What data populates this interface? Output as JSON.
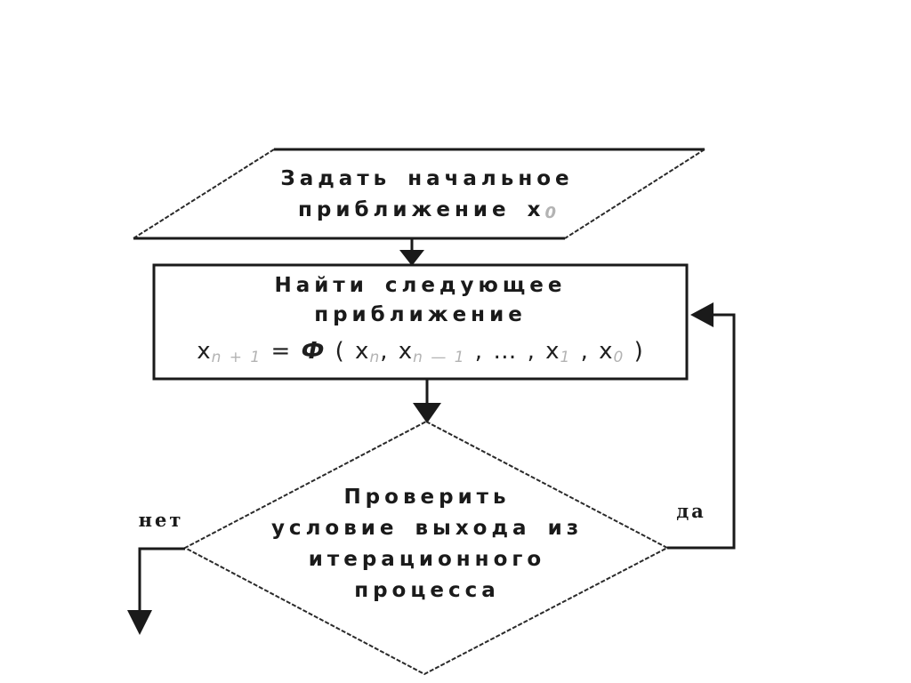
{
  "colors": {
    "background": "#ffffff",
    "ink": "#1a1a1a",
    "subscript_gray": "#b3b3b3"
  },
  "parallelogram": {
    "line1": "Задать начальное",
    "line2": "приближение x",
    "line2_sub": "0"
  },
  "rectangle": {
    "line1": "Найти следующее",
    "line2": "приближение",
    "formula": [
      {
        "t": "x"
      },
      {
        "t": "n + 1"
      },
      {
        "t": " = "
      },
      {
        "t": "Ф"
      },
      {
        "t": " ( x"
      },
      {
        "t": "n"
      },
      {
        "t": ",  x"
      },
      {
        "t": "n — 1"
      },
      {
        "t": " ,  … ,  x"
      },
      {
        "t": "1"
      },
      {
        "t": " ,  x"
      },
      {
        "t": "0"
      },
      {
        "t": " )"
      }
    ]
  },
  "diamond": {
    "line1": "Проверить",
    "line2": "условие выхода из",
    "line3": "итерационного",
    "line4": "процесса"
  },
  "edge_labels": {
    "no": "нет",
    "yes": "да"
  }
}
